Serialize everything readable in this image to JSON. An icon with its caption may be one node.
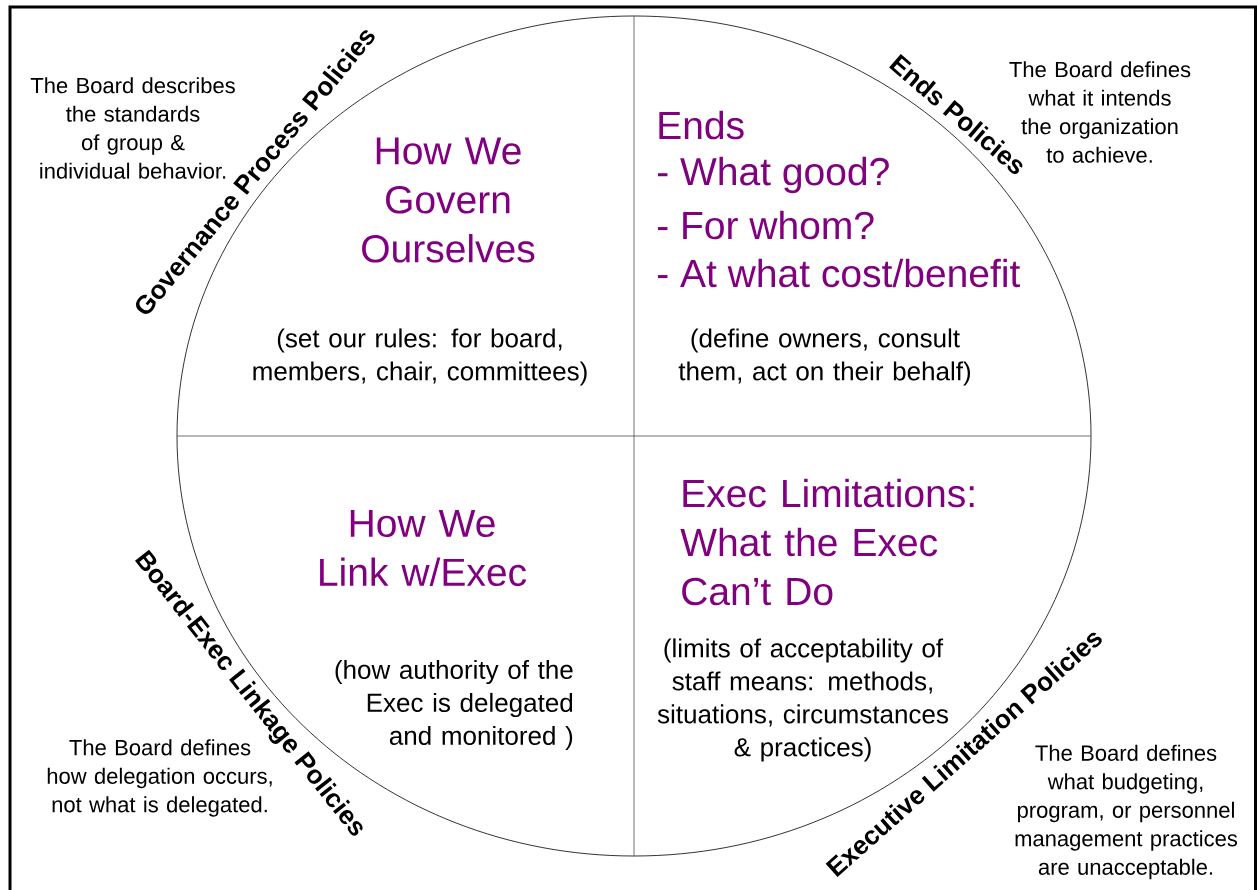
{
  "diagram": {
    "nodes": [
      {
        "text": [],
        "shape": "circle"
      },
      {
        "text": [
          "How We Govern Ourselves",
          "(set our rules: for board, members, chair, committees)"
        ],
        "in": 0,
        "beside": [
          "Governance Process Policies",
          "The Board describes the standards of group & individual behavior."
        ]
      },
      {
        "text": [
          "Ends",
          "- What good?",
          "- For whom?",
          "- At what cost/benefit",
          "(define owners, consult them, act on their behalf)"
        ],
        "in": 0,
        "beside": [
          "Ends Policies",
          "The Board defines what it intends the organization to achieve."
        ]
      },
      {
        "text": [
          "How We Link w/Exec",
          "(how authority of the Exec is delegated and monitored )"
        ],
        "in": 0,
        "beside": [
          "Board-Exec Linkage Policies",
          "The Board defines how delegation occurs, not what is delegated."
        ]
      },
      {
        "text": [
          "Exec Limitations: What the Exec Can’t Do",
          "(limits of acceptability of staff means: methods, situations, circumstances & practices)"
        ],
        "in": 0,
        "beside": [
          "Executive Limitation Policies",
          "The Board defines what budgeting, program, or personnel management practices are unacceptable."
        ]
      }
    ]
  }
}
